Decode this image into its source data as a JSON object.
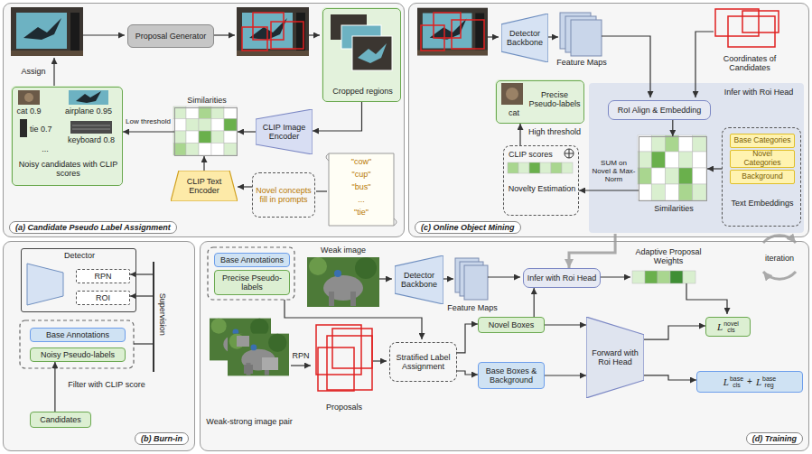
{
  "diagram": {
    "nodes": [
      {
        "text": [
          "(a) Candidate Pseudo Label Assignment"
        ]
      },
      {
        "text": [
          "Proposal Generator"
        ],
        "in": 0
      },
      {
        "text": [
          "Cropped regions"
        ],
        "in": 0
      },
      {
        "text": [
          "CLIP Image Encoder"
        ],
        "in": 0
      },
      {
        "text": [
          "Similarities"
        ],
        "in": 0
      },
      {
        "text": [
          "CLIP Text Encoder"
        ],
        "in": 0
      },
      {
        "text": [
          "Novel concepts fill in prompts"
        ],
        "in": 0
      },
      {
        "text": [
          "Noisy candidates with CLIP scores"
        ],
        "in": 0
      },
      {
        "text": [
          "(c) Online Object Mining"
        ]
      },
      {
        "text": [
          "Detector Backbone"
        ],
        "in": 8
      },
      {
        "text": [
          "Infer with Roi Head"
        ],
        "in": 8
      },
      {
        "text": [
          "RoI Align & Embedding"
        ],
        "in": 10
      },
      {
        "text": [
          "Similarities"
        ],
        "in": 10
      },
      {
        "text": [
          "Text Embeddings"
        ],
        "in": 10
      },
      {
        "text": [
          "Base Categories"
        ],
        "in": 13
      },
      {
        "text": [
          "Novel Categories"
        ],
        "in": 13
      },
      {
        "text": [
          "Background"
        ],
        "in": 13
      },
      {
        "text": [
          "CLIP scores",
          "Novelty Estimation"
        ],
        "in": 8
      },
      {
        "text": [
          "Precise Pseudo-labels",
          "cat"
        ],
        "in": 8
      },
      {
        "text": [
          "(b) Burn-in"
        ]
      },
      {
        "text": [
          "Detector"
        ],
        "in": 19
      },
      {
        "text": [
          "RPN"
        ],
        "in": 20
      },
      {
        "text": [
          "ROI"
        ],
        "in": 20
      },
      {
        "text": [
          "Base Annotations"
        ],
        "in": 19
      },
      {
        "text": [
          "Noisy Pseudo-labels"
        ],
        "in": 19
      },
      {
        "text": [
          "Candidates"
        ],
        "in": 19
      },
      {
        "text": [
          "(d) Training"
        ]
      },
      {
        "text": [
          "Base Annotations"
        ],
        "in": 26
      },
      {
        "text": [
          "Precise Pseudo-labels"
        ],
        "in": 26
      },
      {
        "text": [
          "Detector Backbone"
        ],
        "in": 26
      },
      {
        "text": [
          "Infer with Roi Head"
        ],
        "in": 26
      },
      {
        "text": [
          "Stratified Label Assignment"
        ],
        "in": 26
      },
      {
        "text": [
          "Novel Boxes"
        ],
        "in": 26
      },
      {
        "text": [
          "Base Boxes & Background"
        ],
        "in": 26
      },
      {
        "text": [
          "Forward with Roi Head"
        ],
        "in": 26
      },
      {
        "text": [
          "L",
          "novel",
          "cls"
        ],
        "in": 26
      },
      {
        "text": [
          "L",
          "base",
          "cls",
          "+",
          "L",
          "base",
          "reg"
        ],
        "in": 26
      }
    ],
    "edges": [
      {
        "from": 2,
        "to": 3,
        "arrow": "to"
      },
      {
        "from": 3,
        "to": 4,
        "arrow": "to"
      },
      {
        "from": 5,
        "to": 4,
        "arrow": "to"
      },
      {
        "from": 6,
        "to": 5,
        "arrow": "to"
      },
      {
        "from": 4,
        "to": 7,
        "arrow": "to",
        "label": "Low threshold"
      },
      {
        "from": 11,
        "to": 12,
        "arrow": "to"
      },
      {
        "from": 13,
        "to": 12,
        "arrow": "to"
      },
      {
        "from": 12,
        "to": 17,
        "arrow": "to",
        "label": "SUM on Novel & Max-Norm"
      },
      {
        "from": 17,
        "to": 18,
        "arrow": "to",
        "label": "High threshold"
      },
      {
        "from": 25,
        "to": 24,
        "arrow": "to",
        "label": "Filter with CLIP score"
      },
      {
        "from": 31,
        "to": 32,
        "arrow": "to"
      },
      {
        "from": 31,
        "to": 33,
        "arrow": "to"
      },
      {
        "from": 32,
        "to": 34,
        "arrow": "to"
      },
      {
        "from": 33,
        "to": 34,
        "arrow": "to"
      },
      {
        "from": 32,
        "to": 30,
        "arrow": "to"
      },
      {
        "from": 34,
        "to": 35,
        "arrow": "to"
      },
      {
        "from": 34,
        "to": 36,
        "arrow": "to"
      },
      {
        "from": 10,
        "to": 30,
        "arrow": "to"
      }
    ],
    "labels": [
      "Assign",
      "cat 0.9",
      "airplane 0.95",
      "tie 0.7",
      "keyboard 0.8",
      "...",
      "\"cow\"",
      "\"cup\"",
      "\"bus\"",
      "...",
      "\"tie\"",
      "Feature Maps",
      "Coordinates of Candidates",
      "Supervision",
      "Weak image",
      "Feature Maps",
      "Adaptive Proposal Weights",
      "iteration",
      "RPN",
      "Proposals",
      "Weak-strong image pair"
    ]
  }
}
